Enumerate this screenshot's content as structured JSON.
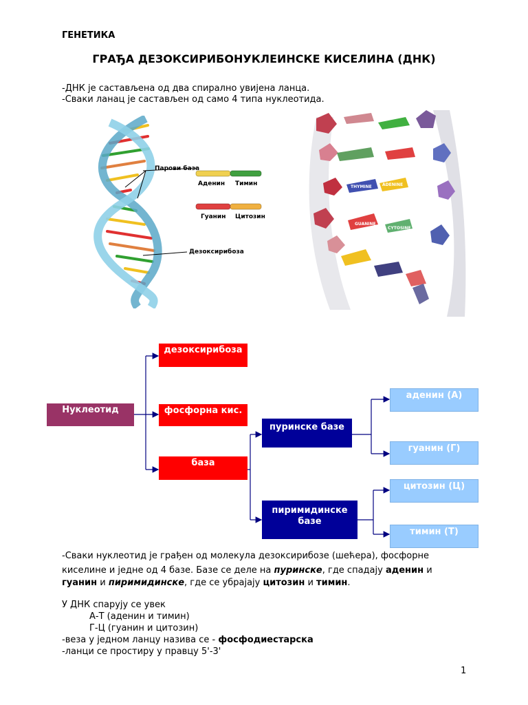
{
  "header": {
    "subject": "ГЕНЕТИКА",
    "title": "ГРАЂА ДЕЗОКСИРИБОНУКЛЕИНСКЕ КИСЕЛИНА (ДНК)"
  },
  "intro": [
    "-ДНК је састављена од два спирално увијена ланца.",
    "-Сваки ланац је састављен од само 4 типа нуклеотида."
  ],
  "figure_left": {
    "label_pairs": "Парови база",
    "label_adenin": "Аденин",
    "label_timin": "Тимин",
    "label_guanin": "Гуанин",
    "label_citozin": "Цитозин",
    "label_deoxy": "Дезоксирибоза"
  },
  "figure_right": {
    "thymine": "THYMINE",
    "adenine": "ADENINE",
    "guanine": "GUANINE",
    "cytosine": "CYTOSINE"
  },
  "diagram": {
    "nucleotide": "Нуклеотид",
    "deoxyribose": "дезоксирибоза",
    "phosphoric": "фосфорна кис.",
    "base": "база",
    "purine": "пуринске базе",
    "pyrimidine_1": "пиримидинске",
    "pyrimidine_2": "базе",
    "adenine": "аденин (А)",
    "guanine": "гуанин (Г)",
    "cytosine": "цитозин (Ц)",
    "thymine": "тимин (Т)"
  },
  "body": {
    "p1_line1": "-Сваки нуклеотид је грађен од молекула дезоксирибозе (шећера), фосфорне",
    "p1_l2_a": "киселине и једне од 4 базе. Базе се деле на ",
    "p1_l2_purinske": "пуринске",
    "p1_l2_b": ", где спадају ",
    "p1_l2_adenin": "аденин",
    "p1_l2_c": " и",
    "p1_l3_guanin": "гуанин",
    "p1_l3_a": " и ",
    "p1_l3_pirimidinske": "пиримидинске",
    "p1_l3_b": ", где се убрајају ",
    "p1_l3_citozin": "цитозин",
    "p1_l3_c": " и ",
    "p1_l3_timin": "тимин",
    "p1_l3_d": ".",
    "pairs_intro": "У ДНК спарују се увек",
    "pair_at": "А-Т  (аденин и тимин)",
    "pair_gc": "Г-Ц  (гуанин и цитозин)",
    "bond_a": "-веза у једном ланцу назива се  - ",
    "bond_b": "фосфодиестарска",
    "direction": "-ланци се простиру у правцу 5'-3'"
  },
  "footer": {
    "page_number": "1"
  }
}
